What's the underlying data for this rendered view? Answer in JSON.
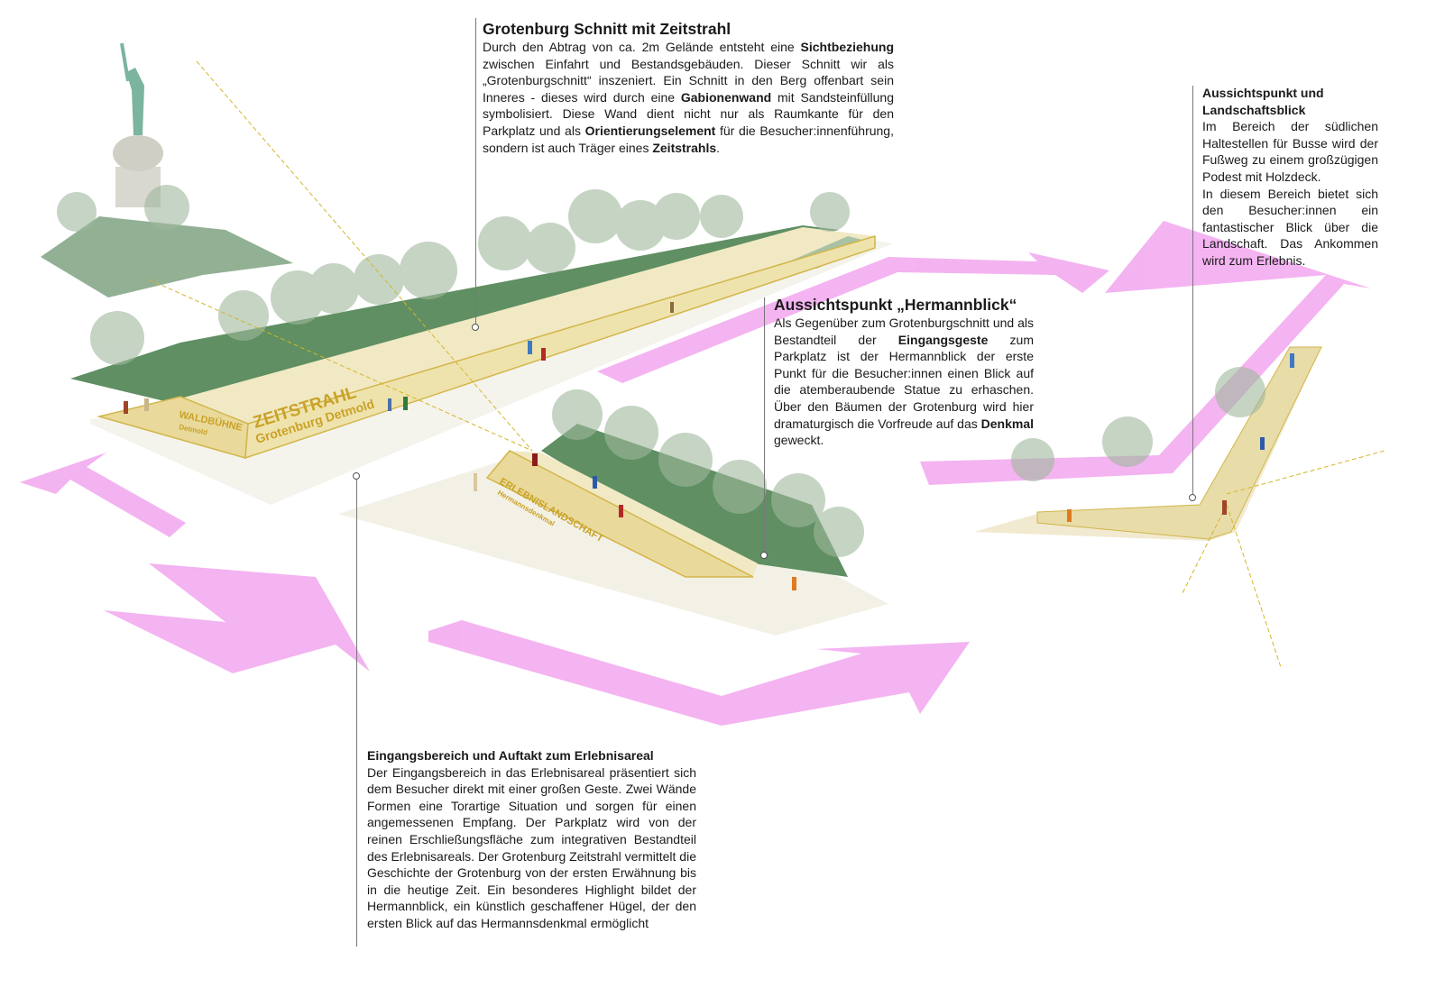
{
  "colors": {
    "arrow": "#f2a6ee",
    "forest": "#5f8f62",
    "path": "#f1e9c4",
    "wall": "#e9d99a",
    "wall_text": "#c9a227",
    "tree": "#9fb89c"
  },
  "wall_labels": {
    "waldbuehne": "WALDBÜHNE",
    "waldbuehne_sub": "Detmold",
    "zeitstrahl": "ZEITSTRAHL",
    "zeitstrahl_sub": "Grotenburg Detmold",
    "erlebnis": "ERLEBNISLANDSCHAFT",
    "erlebnis_sub": "Hermannsdenkmal"
  },
  "blocks": {
    "grotenburg": {
      "title": "Grotenburg Schnitt mit Zeitstrahl",
      "segments": [
        {
          "t": "Durch den Abtrag von ca. 2m Gelände entsteht eine ",
          "b": false
        },
        {
          "t": "Sichtbeziehung",
          "b": true
        },
        {
          "t": " zwischen Einfahrt und Bestandsgebäuden. Dieser Schnitt wir als „Grotenburgschnitt“ inszeniert. Ein Schnitt in den Berg offenbart sein Inneres - dieses wird durch eine ",
          "b": false
        },
        {
          "t": "Gabionenwand",
          "b": true
        },
        {
          "t": " mit Sandsteinfüllung symbolisiert. Diese Wand dient nicht nur als Raumkante für den Parkplatz und als ",
          "b": false
        },
        {
          "t": "Orientierungselement",
          "b": true
        },
        {
          "t": " für die Besucher:innenführung, sondern ist auch Träger eines ",
          "b": false
        },
        {
          "t": "Zeitstrahls",
          "b": true
        },
        {
          "t": ".",
          "b": false
        }
      ]
    },
    "landschaftsblick": {
      "title": "Aussichtspunkt und Landschaftsblick",
      "segments": [
        {
          "t": "Im Bereich der südlichen Haltestellen für Busse wird der Fußweg zu einem großzügigen Podest mit Holzdeck.",
          "b": false
        }
      ],
      "segments2": [
        {
          "t": "In diesem Bereich bietet sich den Besucher:innen ein fantastischer Blick über die Landschaft. Das Ankommen wird zum Erlebnis.",
          "b": false
        }
      ]
    },
    "hermannblick": {
      "title": "Aussichtspunkt „Hermannblick“",
      "segments": [
        {
          "t": "Als Gegenüber zum Grotenburgschnitt und als Bestandteil der ",
          "b": false
        },
        {
          "t": "Eingangsgeste",
          "b": true
        },
        {
          "t": " zum Parkplatz ist der Hermannblick der erste Punkt für die Besucher:innen einen Blick auf die atemberaubende Statue zu erhaschen. Über den Bäumen der Grotenburg wird hier dramaturgisch die Vorfreude auf das ",
          "b": false
        },
        {
          "t": "Denkmal",
          "b": true
        },
        {
          "t": " geweckt.",
          "b": false
        }
      ]
    },
    "eingangsbereich": {
      "title": "Eingangsbereich und Auftakt zum Erlebnisareal",
      "segments": [
        {
          "t": "Der Eingangsbereich in das Erlebnisareal präsentiert sich dem Besucher direkt mit einer großen Geste. Zwei Wände Formen eine Torartige Situation und sorgen für einen angemessenen Empfang. Der Parkplatz wird von der reinen Erschließungsfläche zum integrativen Bestandteil des Erlebnisareals. Der Grotenburg Zeitstrahl vermittelt die Geschichte der Grotenburg von der ersten Erwähnung bis in die heutige Zeit. Ein besonderes Highlight bildet der Hermannblick, ein künstlich geschaffener Hügel, der den ersten Blick auf das Hermannsdenkmal ermöglicht",
          "b": false
        }
      ]
    }
  }
}
